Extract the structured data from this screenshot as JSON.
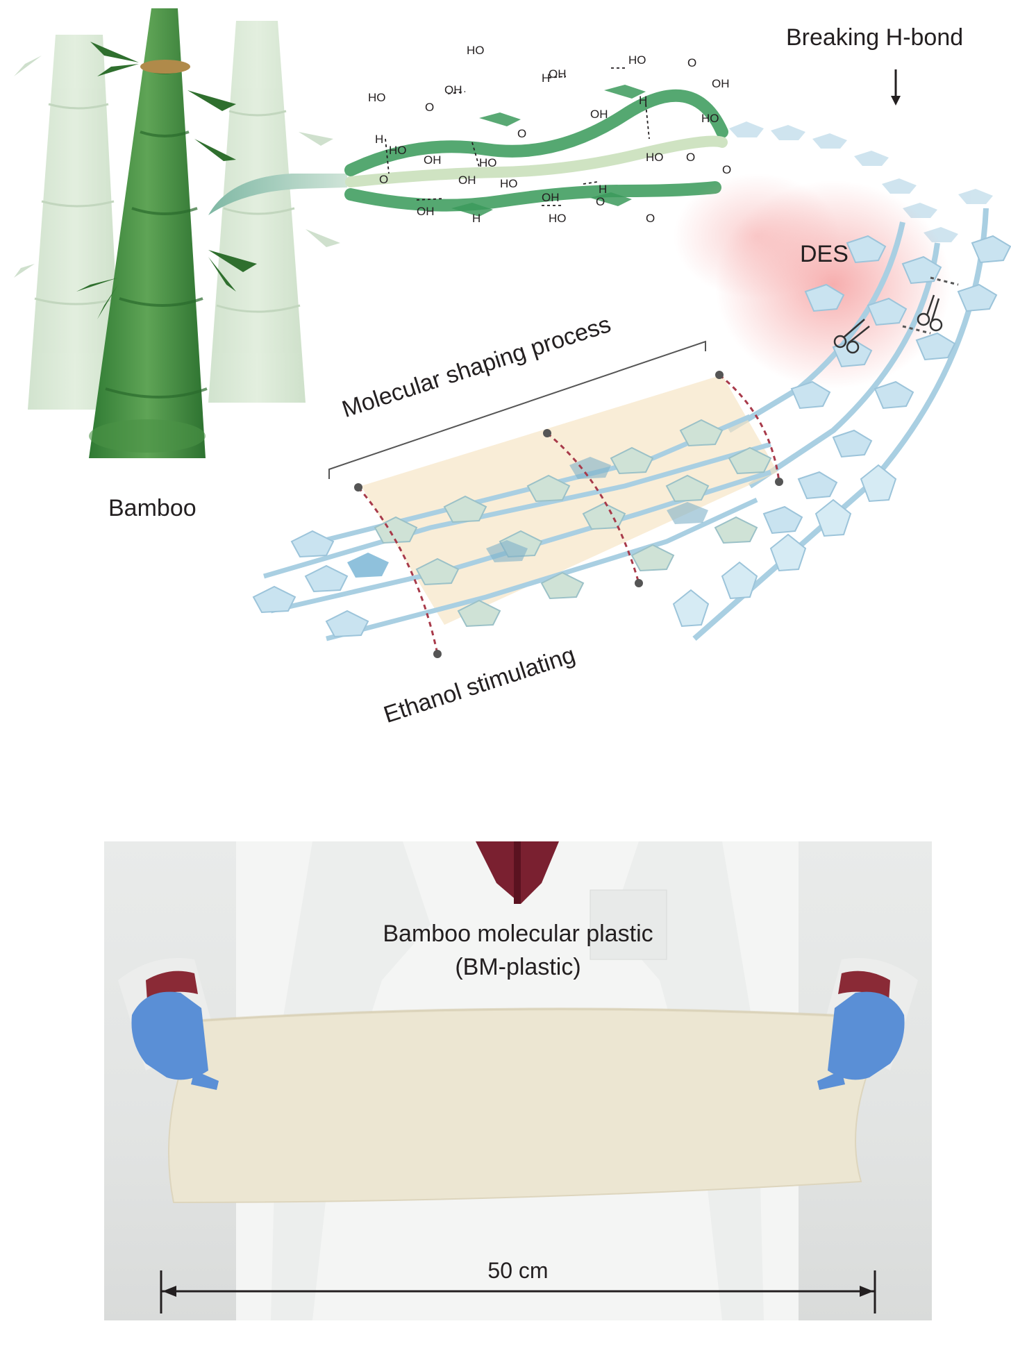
{
  "figure": {
    "labels": {
      "bamboo": "Bamboo",
      "breaking_h_bond": "Breaking H-bond",
      "des": "DES",
      "molecular_shaping": "Molecular shaping process",
      "ethanol": "Ethanol stimulating"
    },
    "photo": {
      "title_line1": "Bamboo molecular plastic",
      "title_line2": "(BM-plastic)",
      "dimension": "50 cm"
    },
    "chemistry": [
      "HO",
      "O",
      "OH",
      "H",
      "HO",
      "OH",
      "HO",
      "O",
      "OH",
      "H",
      "HO",
      "OH",
      "HO",
      "O",
      "OH",
      "H",
      "HO",
      "O",
      "OH",
      "HO",
      "OH",
      "H",
      "HO",
      "O",
      "O",
      "H",
      "OH",
      "O",
      "HO",
      "O"
    ]
  },
  "colors": {
    "bamboo_green": "#3f8a3a",
    "bamboo_light": "#c9dec0",
    "chain_blue": "#a9cfe2",
    "hex_blue": "#d6ebf4",
    "des_red": "#f2a8a8",
    "shaping_yellow": "#f6e3c2",
    "glove_blue": "#5a8fd6",
    "sheet_cream": "#ece6d2",
    "dashed_red": "#a83a4a"
  }
}
